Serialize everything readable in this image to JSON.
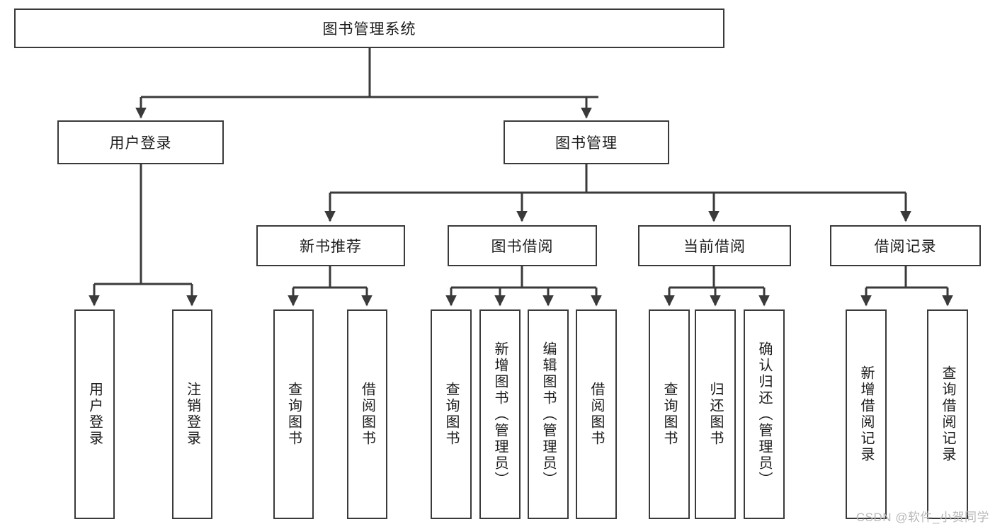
{
  "diagram": {
    "title": "图书管理系统",
    "type": "tree",
    "colors": {
      "stroke": "#3a3a3a",
      "fill": "#ffffff",
      "text": "#1c1c1c",
      "watermark": "#b8b8b8"
    },
    "root": {
      "label": "图书管理系统"
    },
    "level2": [
      {
        "label": "用户登录"
      },
      {
        "label": "图书管理"
      }
    ],
    "level3": [
      {
        "label": "新书推荐"
      },
      {
        "label": "图书借阅"
      },
      {
        "label": "当前借阅"
      },
      {
        "label": "借阅记录"
      }
    ],
    "leaves": {
      "user_login": [
        {
          "label": "用户登录"
        },
        {
          "label": "注销登录"
        }
      ],
      "new_book_recommend": [
        {
          "label": "查询图书"
        },
        {
          "label": "借阅图书"
        }
      ],
      "book_borrow": [
        {
          "label": "查询图书"
        },
        {
          "label": "新增图书（管理员）"
        },
        {
          "label": "编辑图书（管理员）"
        },
        {
          "label": "借阅图书"
        }
      ],
      "current_borrow": [
        {
          "label": "查询图书"
        },
        {
          "label": "归还图书"
        },
        {
          "label": "确认归还（管理员）"
        }
      ],
      "borrow_record": [
        {
          "label": "新增借阅记录"
        },
        {
          "label": "查询借阅记录"
        }
      ]
    },
    "watermark": "CSDN @软件_小贺同学"
  }
}
